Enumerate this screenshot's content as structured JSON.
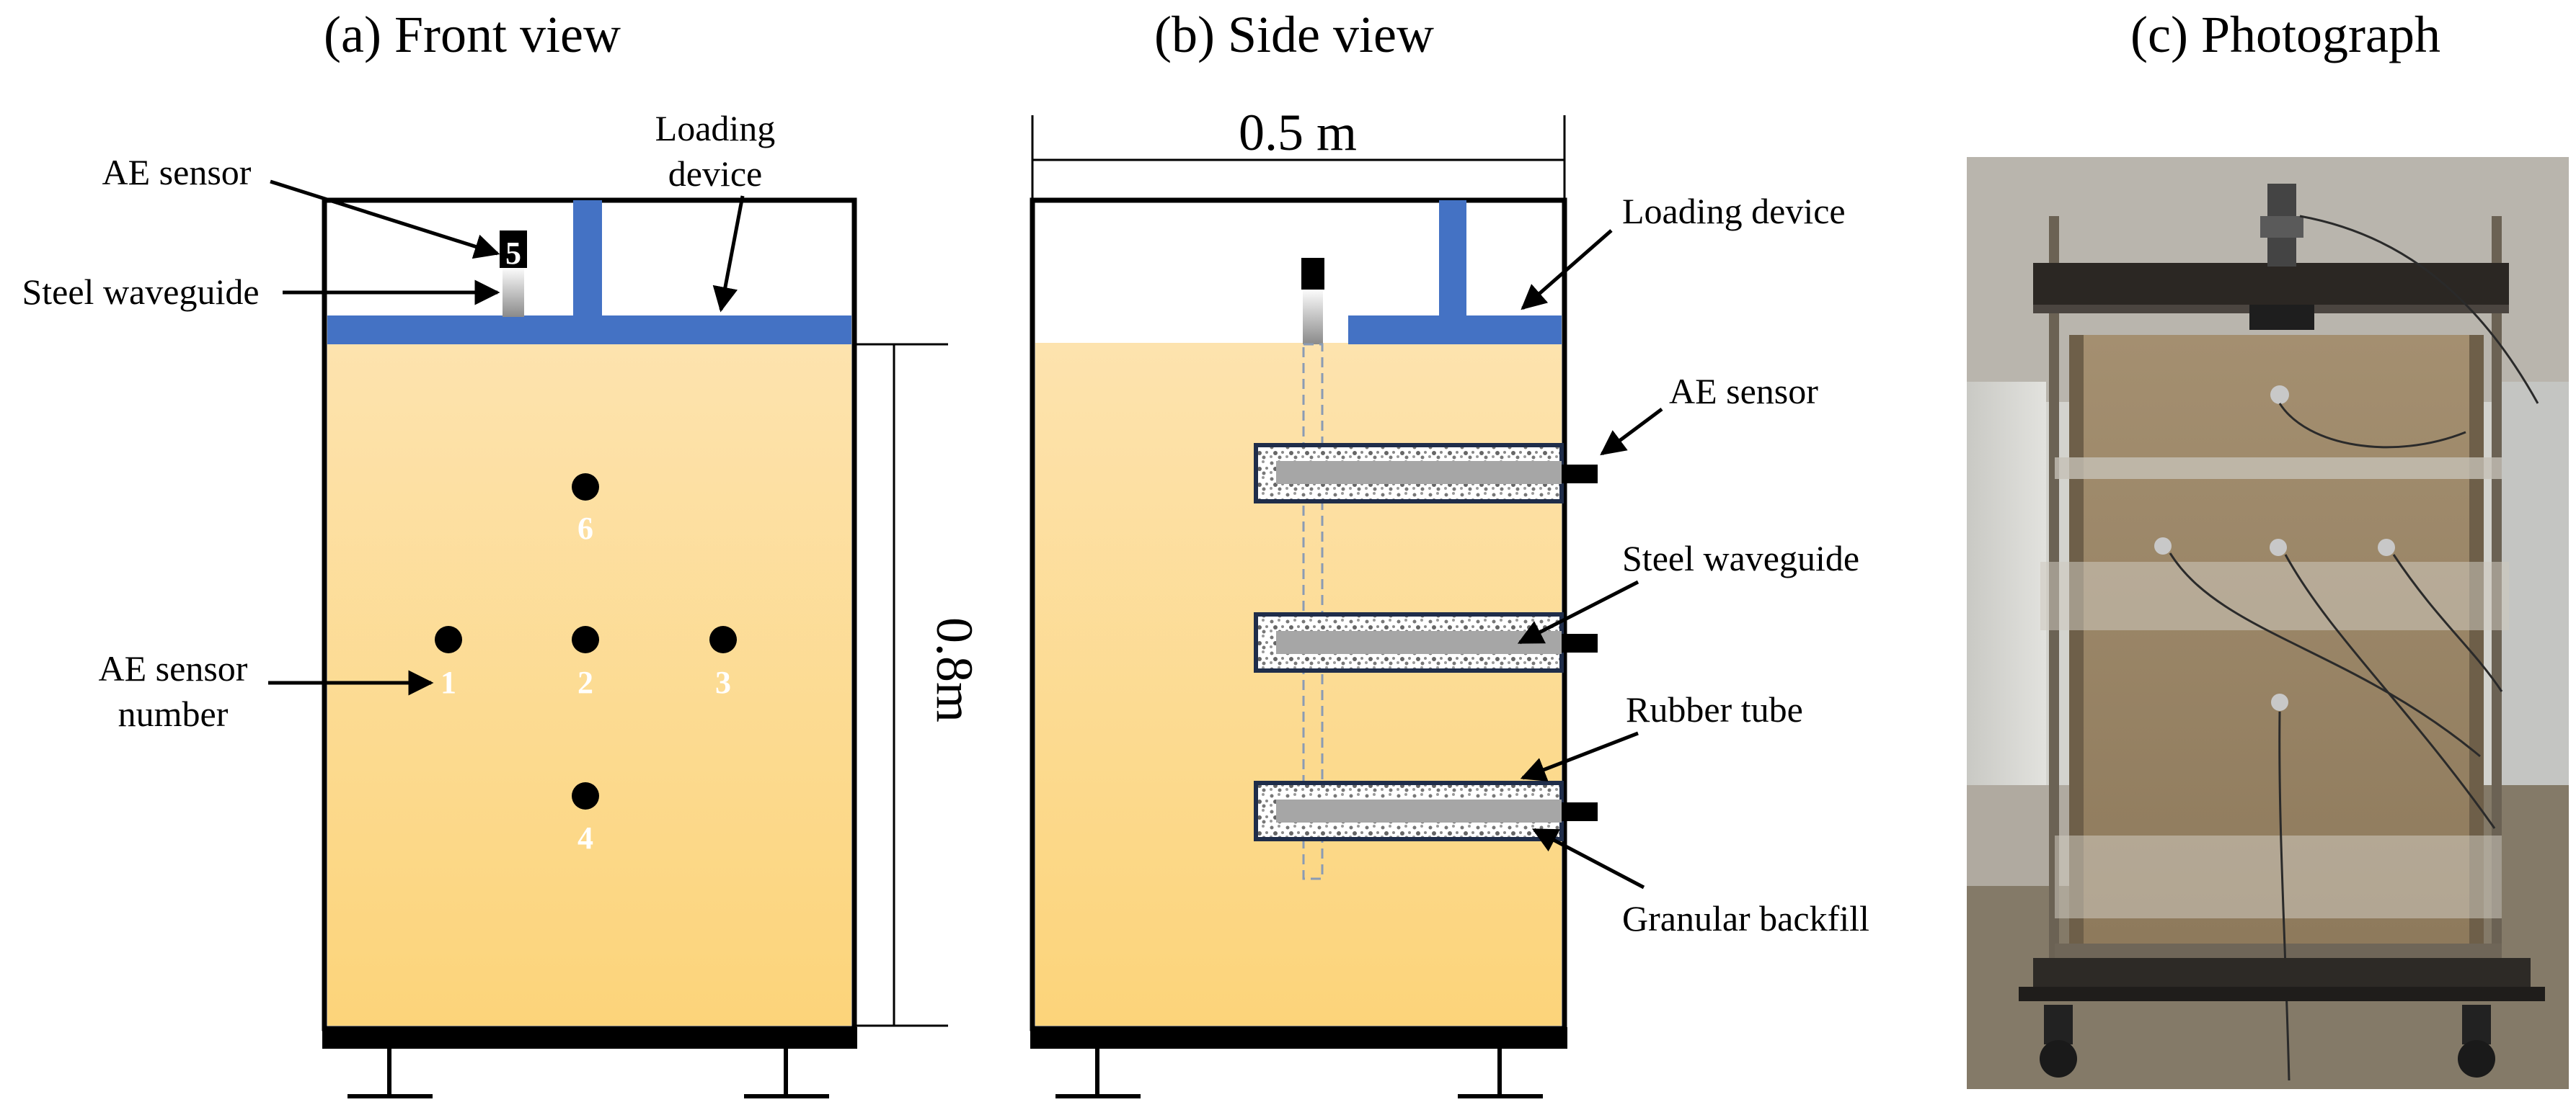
{
  "panels": {
    "front": {
      "title": "(a) Front view",
      "labels": {
        "ae_sensor": "AE sensor",
        "steel_waveguide": "Steel waveguide",
        "loading_device_l1": "Loading",
        "loading_device_l2": "device",
        "sensor_number_l1": "AE sensor",
        "sensor_number_l2": "number",
        "height": "0.8m"
      },
      "sensor_numbers": [
        "1",
        "2",
        "3",
        "4",
        "5",
        "6"
      ]
    },
    "side": {
      "title": "(b) Side view",
      "labels": {
        "width": "0.5 m",
        "loading_device": "Loading device",
        "ae_sensor": "AE sensor",
        "steel_waveguide": "Steel waveguide",
        "rubber_tube": "Rubber tube",
        "granular_backfill": "Granular backfill"
      }
    },
    "photo": {
      "title": "(c) Photograph"
    }
  },
  "colors": {
    "soil_top": "#fde2ab",
    "soil_bottom": "#fcd57a",
    "loading_device": "#4472c4",
    "frame": "#000000"
  }
}
